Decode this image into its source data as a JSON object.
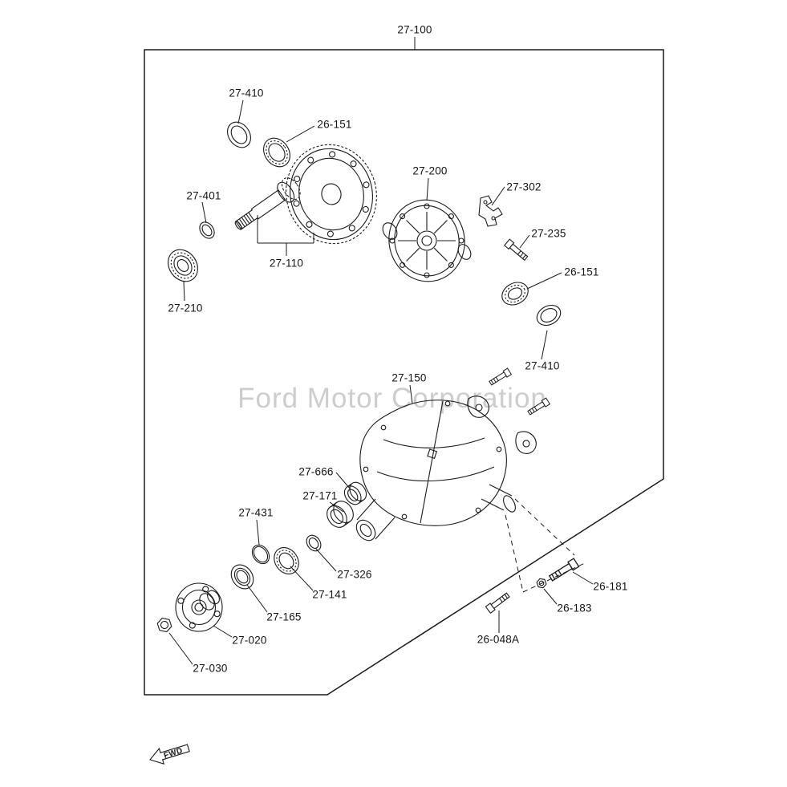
{
  "diagram": {
    "watermark": "Ford Motor Corporation",
    "fwd_label": "FWD"
  },
  "labels": [
    {
      "text": "27-100"
    },
    {
      "text": "27-410"
    },
    {
      "text": "26-151"
    },
    {
      "text": "27-401"
    },
    {
      "text": "27-200"
    },
    {
      "text": "27-302"
    },
    {
      "text": "27-235"
    },
    {
      "text": "26-151"
    },
    {
      "text": "27-210"
    },
    {
      "text": "27-110"
    },
    {
      "text": "27-410"
    },
    {
      "text": "27-150"
    },
    {
      "text": "27-666"
    },
    {
      "text": "27-171"
    },
    {
      "text": "27-431"
    },
    {
      "text": "27-326"
    },
    {
      "text": "27-141"
    },
    {
      "text": "27-165"
    },
    {
      "text": "27-020"
    },
    {
      "text": "27-030"
    },
    {
      "text": "26-181"
    },
    {
      "text": "26-183"
    },
    {
      "text": "26-048A"
    }
  ]
}
